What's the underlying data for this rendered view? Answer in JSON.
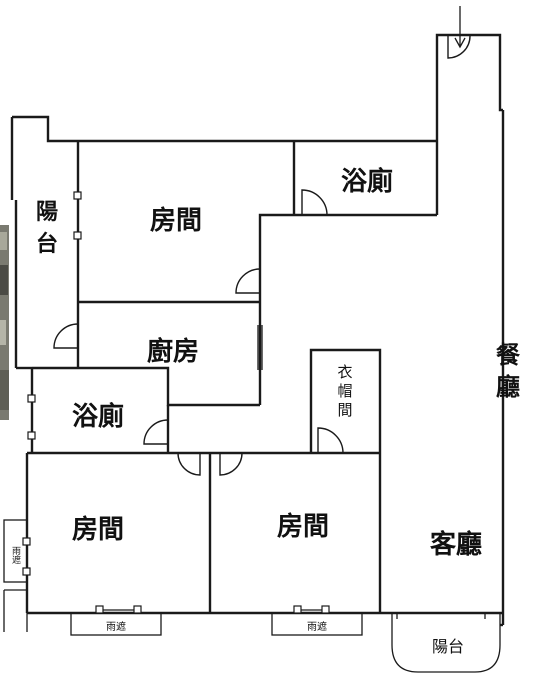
{
  "rooms": {
    "balcony_left_top": "陽",
    "balcony_left_bottom": "台",
    "bedroom_top": "房間",
    "bath_top": "浴廁",
    "kitchen": "廚房",
    "bath_left": "浴廁",
    "closet_top": "衣",
    "closet_mid": "帽",
    "closet_bottom": "間",
    "dining_top": "餐",
    "dining_bottom": "廳",
    "bedroom_left": "房間",
    "bedroom_right": "房間",
    "living": "客廳",
    "balcony_bottom": "陽台",
    "rain_shelter_left": "雨遮",
    "rain_shelter_bottom_left": "雨遮",
    "rain_shelter_bottom_right": "雨遮"
  },
  "colors": {
    "wall": "#1a1a1a",
    "background": "#ffffff"
  },
  "icons": {
    "entry": "entrance-arrow-icon"
  }
}
